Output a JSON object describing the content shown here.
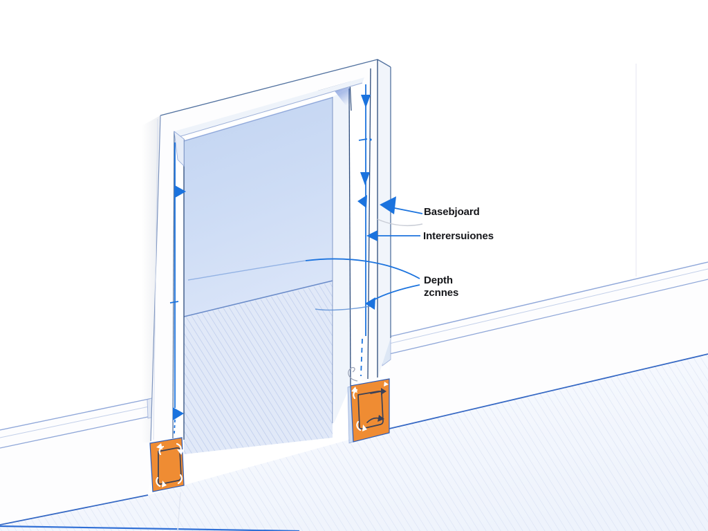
{
  "title": "Door frame and baseboard isometric diagram",
  "labels": {
    "baseboard": "Basebjoard",
    "intersections": "Interersuiones",
    "depth_zones_line1": "Depth",
    "depth_zones_line2": "zcnnes"
  },
  "colors": {
    "accent_blue": "#1b73de",
    "dark_line": "#2b4a7a",
    "soft_line": "#9db0d8",
    "panel_blue": "#c9d9f3",
    "orange": "#ef8c33",
    "floor_edge_blue": "#3568c4",
    "hatch_blue": "#b7c5e8",
    "label_color": "#15161a"
  },
  "icons": {
    "down_arrow": "▼",
    "right_arrow": "▶",
    "left_arrow": "◀",
    "rotate_corner_arrow": "⤺"
  }
}
